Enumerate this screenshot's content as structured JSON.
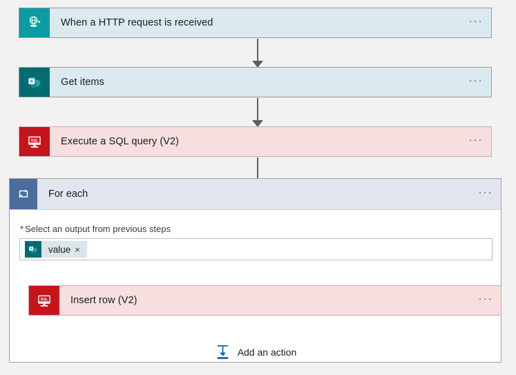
{
  "workflow": {
    "steps": [
      {
        "id": "http-trigger",
        "title": "When a HTTP request is received",
        "icon": "http-request-icon",
        "menu": "···",
        "theme": "card-http",
        "icon_theme": "ib-teal"
      },
      {
        "id": "get-items",
        "title": "Get items",
        "icon": "sharepoint-icon",
        "menu": "···",
        "theme": "card-sp",
        "icon_theme": "ib-sp"
      },
      {
        "id": "execute-sql-query",
        "title": "Execute a SQL query (V2)",
        "icon": "sql-server-icon",
        "menu": "···",
        "theme": "card-sql",
        "icon_theme": "ib-sql"
      }
    ],
    "foreach": {
      "title": "For each",
      "icon": "loop-icon",
      "menu": "···",
      "field": {
        "required_marker": "*",
        "label": "Select an output from previous steps",
        "token": {
          "icon": "sharepoint-icon",
          "label": "value",
          "remove": "×"
        }
      },
      "nested_steps": [
        {
          "id": "insert-row",
          "title": "Insert row (V2)",
          "icon": "sql-server-icon",
          "menu": "···",
          "theme": "card-sql",
          "icon_theme": "ib-sql"
        }
      ],
      "add_action": {
        "label": "Add an action",
        "icon": "add-action-icon"
      }
    }
  },
  "colors": {
    "canvas": "#f2f2f2",
    "card_blue": "#dbeaee",
    "card_pink": "#f7dfdf",
    "foreach_header": "#e1e5ee",
    "teal": "#0b9ba3",
    "sharepoint": "#036c70",
    "sql_red": "#c5141c",
    "loop_blue": "#4a6d9e",
    "connector": "#605e5c",
    "accent_link": "#0f63a8",
    "required": "#a80000"
  }
}
